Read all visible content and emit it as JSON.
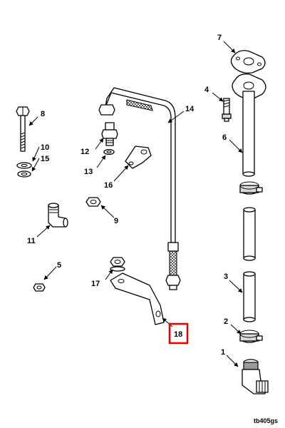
{
  "diagram": {
    "reference_code": "tb405gs",
    "highlight_color": "#e00000",
    "callouts": [
      {
        "id": "c1",
        "label": "1"
      },
      {
        "id": "c2",
        "label": "2"
      },
      {
        "id": "c3",
        "label": "3"
      },
      {
        "id": "c4",
        "label": "4"
      },
      {
        "id": "c5",
        "label": "5"
      },
      {
        "id": "c6",
        "label": "6"
      },
      {
        "id": "c7",
        "label": "7"
      },
      {
        "id": "c8",
        "label": "8"
      },
      {
        "id": "c9",
        "label": "9"
      },
      {
        "id": "c10",
        "label": "10"
      },
      {
        "id": "c11",
        "label": "11"
      },
      {
        "id": "c12",
        "label": "12"
      },
      {
        "id": "c13",
        "label": "13"
      },
      {
        "id": "c14",
        "label": "14"
      },
      {
        "id": "c15",
        "label": "15"
      },
      {
        "id": "c16",
        "label": "16"
      },
      {
        "id": "c17",
        "label": "17"
      },
      {
        "id": "c18",
        "label": "18",
        "highlighted": true
      }
    ]
  }
}
